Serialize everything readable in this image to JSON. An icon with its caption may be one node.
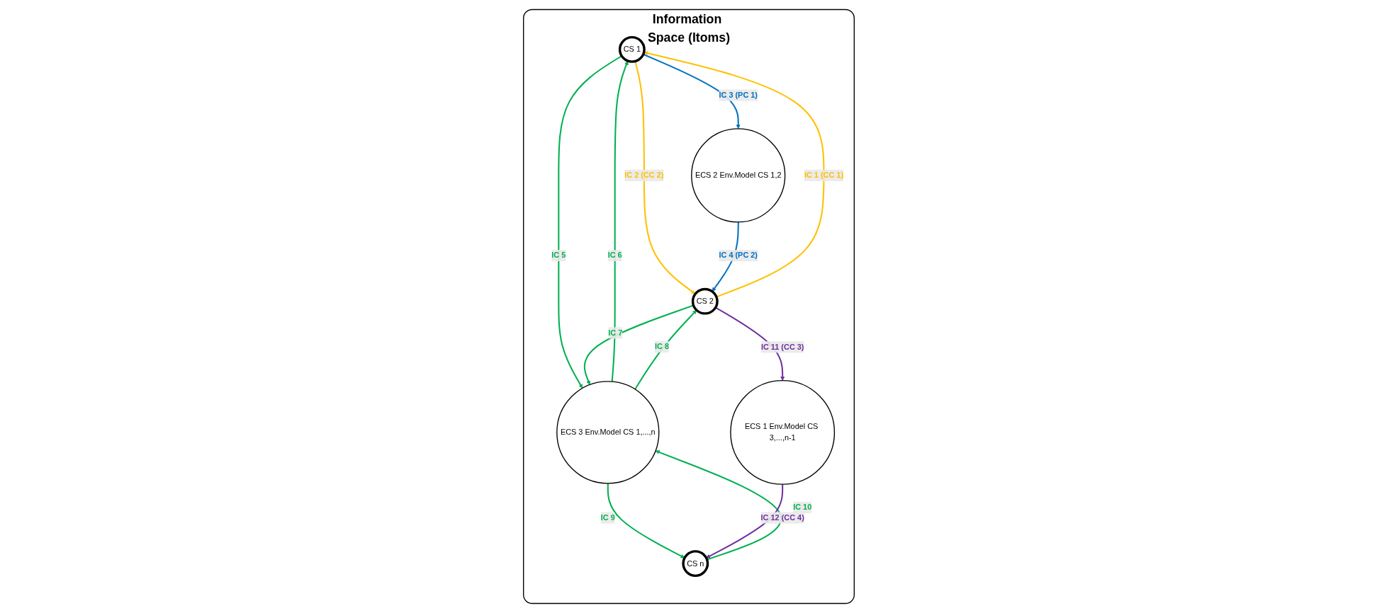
{
  "diagram": {
    "nodes": [
      {
        "text": [
          "Information Space (Itoms)"
        ]
      },
      {
        "text": [
          "CS 1"
        ],
        "in": 0
      },
      {
        "text": [
          "CS 2"
        ],
        "in": 0
      },
      {
        "text": [
          "ECS 1 Env.Model CS 3,...,n-1"
        ],
        "in": 0
      },
      {
        "text": [
          "CS n"
        ],
        "in": 0
      },
      {
        "text": [
          "ECS 2 Env.Model CS 1,2"
        ],
        "in": 0
      },
      {
        "text": [
          "ECS 3 Env.Model CS 1,...,n"
        ],
        "in": 0
      }
    ],
    "edges": [
      {
        "from": 2,
        "to": 1,
        "arrow": "to",
        "label": "IC 1 (CC 1)",
        "color": "#ffc000"
      },
      {
        "from": 1,
        "to": 2,
        "arrow": "to",
        "label": "IC 2 (CC 2)",
        "color": "#ffc000"
      },
      {
        "from": 1,
        "to": 5,
        "arrow": "to",
        "label": "IC 3 (PC 1)",
        "color": "#0070c0"
      },
      {
        "from": 5,
        "to": 2,
        "arrow": "to",
        "label": "IC 4 (PC 2)",
        "color": "#0070c0"
      },
      {
        "from": 1,
        "to": 6,
        "arrow": "to",
        "label": "IC 5"
      },
      {
        "from": 6,
        "to": 1,
        "arrow": "to",
        "label": "IC 6"
      },
      {
        "from": 2,
        "to": 6,
        "arrow": "to",
        "label": "IC 7"
      },
      {
        "from": 6,
        "to": 2,
        "arrow": "to",
        "label": "IC 8"
      },
      {
        "from": 6,
        "to": 4,
        "arrow": "to",
        "label": "IC 9"
      },
      {
        "from": 4,
        "to": 6,
        "arrow": "to",
        "label": "IC 10"
      },
      {
        "from": 2,
        "to": 3,
        "arrow": "to",
        "label": "IC 11 (CC 3)",
        "color": "#7030a0"
      },
      {
        "from": 3,
        "to": 4,
        "arrow": "to",
        "label": "IC 12 (CC 4)",
        "color": "#7030a0"
      }
    ]
  }
}
